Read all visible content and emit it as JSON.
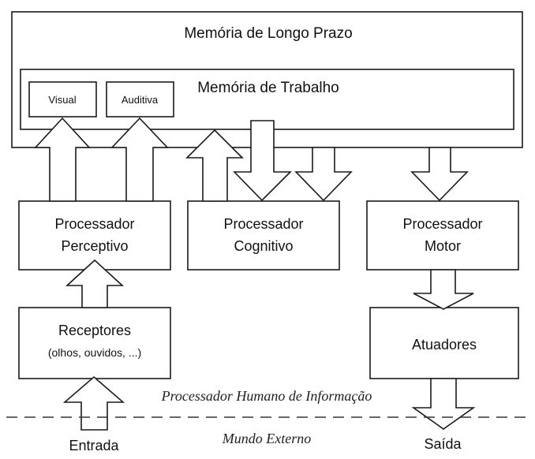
{
  "diagram": {
    "long_term_memory": "Memória de Longo Prazo",
    "working_memory": "Memória de Trabalho",
    "visual": "Visual",
    "auditory": "Auditiva",
    "perceptual_processor": [
      "Processador",
      "Perceptivo"
    ],
    "cognitive_processor": [
      "Processador",
      "Cognitivo"
    ],
    "motor_processor": [
      "Processador",
      "Motor"
    ],
    "receptors": "Receptores",
    "receptors_detail": "(olhos, ouvidos, ...)",
    "actuators": "Atuadores",
    "human_info_processor": "Processador Humano de Informação",
    "external_world": "Mundo Externo",
    "input": "Entrada",
    "output": "Saída"
  }
}
